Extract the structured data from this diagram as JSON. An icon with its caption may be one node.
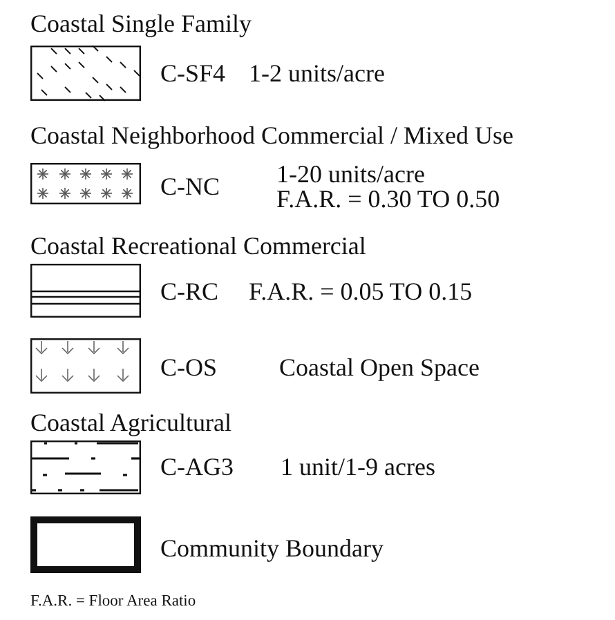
{
  "diagram": {
    "legend": [
      {
        "text": "C-SF4"
      },
      {
        "text": "C-NC"
      },
      {
        "text": "C-RC"
      },
      {
        "text": "C-OS"
      },
      {
        "text": "C-AG3"
      },
      {
        "text": "Community Boundary"
      }
    ],
    "labels": [
      "Coastal Single Family",
      "1-2 units/acre",
      "Coastal Neighborhood Commercial / Mixed Use",
      "1-20 units/acre",
      "F.A.R. = 0.30 TO 0.50",
      "Coastal Recreational Commercial",
      "F.A.R. = 0.05 TO 0.15",
      "Coastal Open Space",
      "Coastal Agricultural",
      "1 unit/1-9 acres",
      "F.A.R. = Floor Area Ratio"
    ]
  }
}
